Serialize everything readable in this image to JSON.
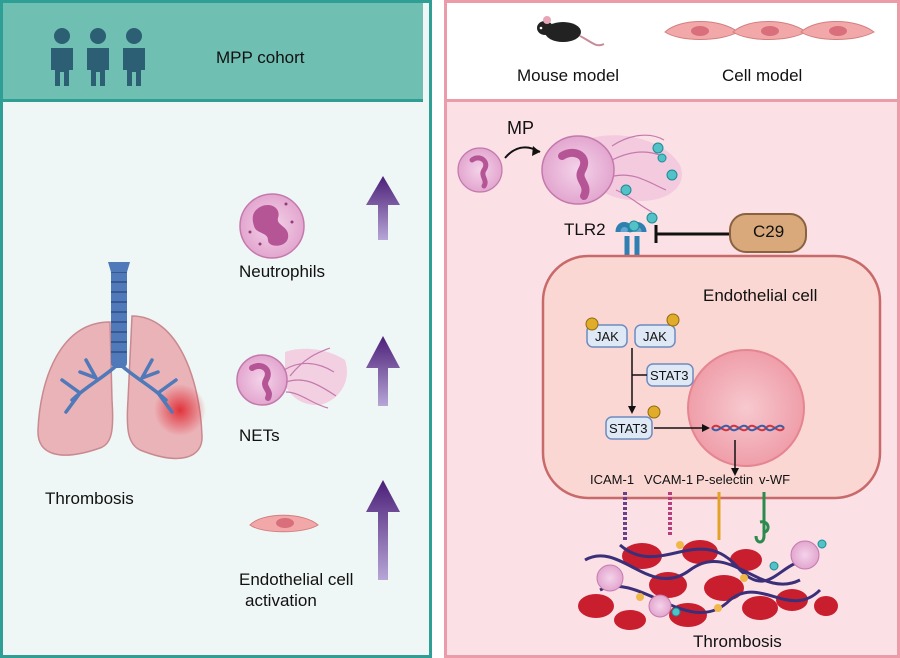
{
  "left": {
    "header_title": "MPP cohort",
    "items": [
      {
        "label": "Neutrophils"
      },
      {
        "label": "NETs"
      },
      {
        "label_line1": "Endothelial cell",
        "label_line2": "activation"
      }
    ],
    "organ_label": "Thrombosis"
  },
  "right": {
    "mouse_label": "Mouse model",
    "cell_label": "Cell model",
    "mp_label": "MP",
    "receptor_label": "TLR2",
    "inhibitor_label": "C29",
    "cell_title": "Endothelial cell",
    "jak1": "JAK",
    "jak2": "JAK",
    "stat_upper": "STAT3",
    "stat_lower": "STAT3",
    "molecules": [
      "ICAM-1",
      "VCAM-1",
      "P-selectin",
      "v-WF"
    ],
    "bottom_label": "Thrombosis"
  },
  "colors": {
    "teal_border": "#2f9f95",
    "teal_header": "#6fbfb3",
    "pink_border": "#ec9ba8",
    "pink_bg": "#fbe1e6",
    "arrow_purple": "#5b2c83",
    "clot_red": "#c81e2e"
  }
}
